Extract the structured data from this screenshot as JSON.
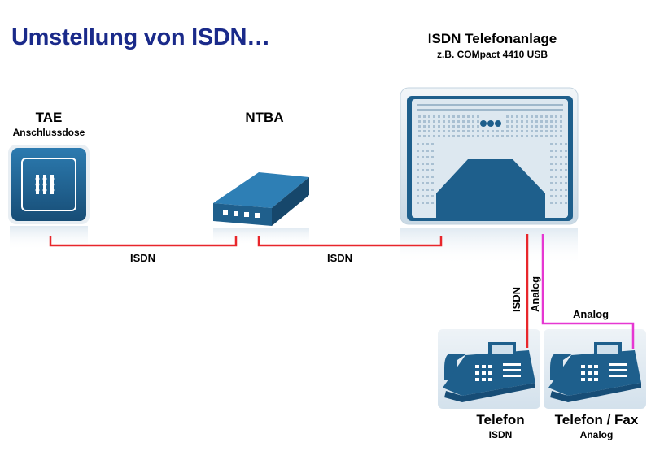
{
  "title": "Umstellung von ISDN…",
  "devices": {
    "tae": {
      "name": "TAE",
      "sub": "Anschlussdose"
    },
    "ntba": {
      "name": "NTBA"
    },
    "pbx": {
      "name": "ISDN Telefonanlage",
      "sub": "z.B. COMpact 4410 USB"
    },
    "phone1": {
      "name": "Telefon",
      "sub": "ISDN"
    },
    "phone2": {
      "name": "Telefon / Fax",
      "sub": "Analog"
    }
  },
  "links": {
    "tae_ntba": "ISDN",
    "ntba_pbx": "ISDN",
    "pbx_phone1": "ISDN",
    "pbx_phone2_vertical": "Analog",
    "pbx_phone2_horizontal": "Analog"
  },
  "colors": {
    "title": "#1a2a8a",
    "isdn_line": "#e8262b",
    "analog_line": "#e637d2",
    "device_blue": "#1e5f8c",
    "device_light": "#dfeaf2"
  }
}
